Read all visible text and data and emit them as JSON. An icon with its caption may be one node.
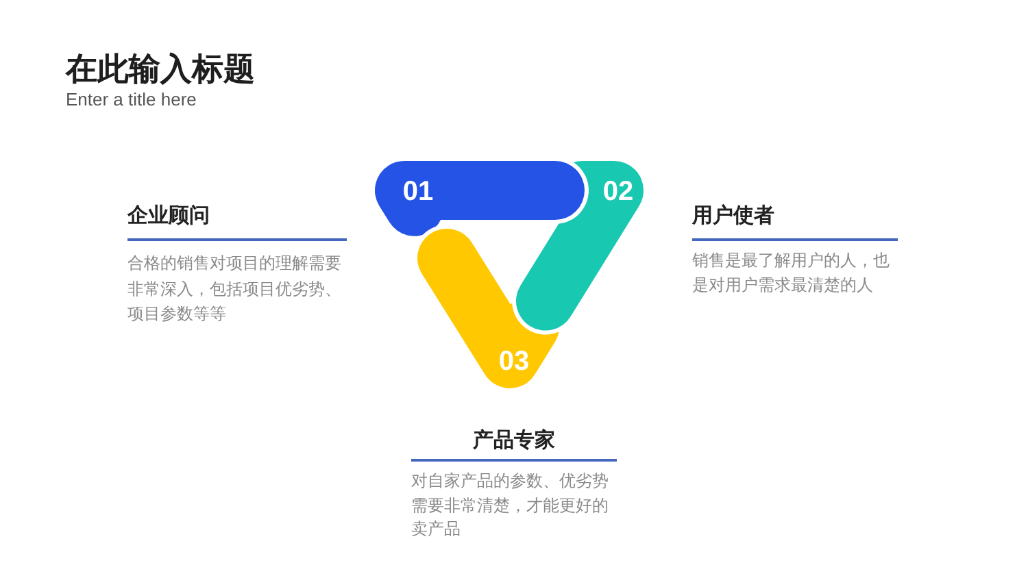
{
  "diagram": {
    "title": "在此输入标题",
    "nodes": [
      {
        "text": [
          "01"
        ],
        "beside": [
          "企业顾问",
          "合格的销售对项目的理解需要非常深入，包括项目优劣势、项目参数等等"
        ]
      },
      {
        "text": [
          "02"
        ],
        "beside": [
          "用户使者",
          "销售是最了解用户的人，也是对用户需求最清楚的人"
        ]
      },
      {
        "text": [
          "03"
        ],
        "beside": [
          "产品专家",
          "对自家产品的参数、优劣势需要非常清楚，才能更好的卖产品"
        ]
      }
    ],
    "labels": [
      "Enter a title here"
    ]
  }
}
